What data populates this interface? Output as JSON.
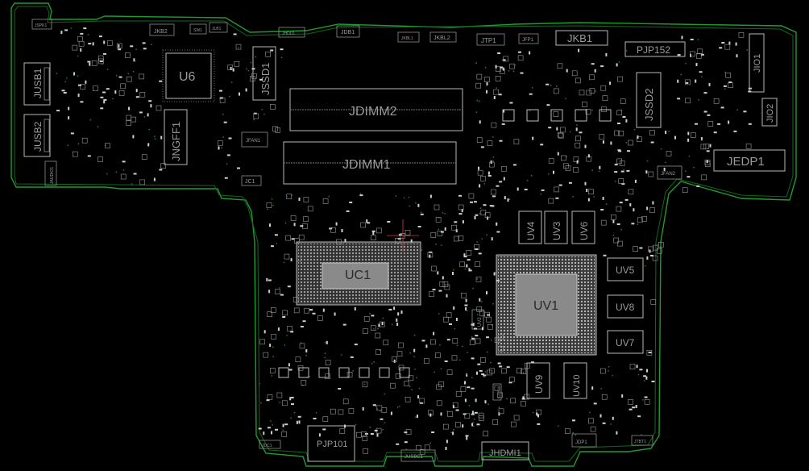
{
  "board": {
    "outline_color": "#1f9a2c",
    "silkscreen_color": "#b8b8b8",
    "background": "#000000",
    "components": {
      "u6": "U6",
      "jusb1": "JUSB1",
      "jusb2": "JUSB2",
      "jssd1": "JSSD1",
      "jngff1": "JNGFF1",
      "jdimm2": "JDIMM2",
      "jdimm1": "JDIMM1",
      "jkb1": "JKB1",
      "pjp152": "PJP152",
      "jio1": "JIO1",
      "jio2": "JIO2",
      "jssd2": "JSSD2",
      "jedp1": "JEDP1",
      "uc1": "UC1",
      "uv1": "UV1",
      "uv4": "UV4",
      "uv3": "UV3",
      "uv6": "UV6",
      "uv5": "UV5",
      "uv8": "UV8",
      "uv7": "UV7",
      "uv9": "UV9",
      "uv10": "UV10",
      "pjp101": "PJP101",
      "jhdmi1": "JHDMI1",
      "jkb2": "JKB2",
      "jhdd1": "JHDD1",
      "jdb1": "JDB1",
      "jkbl1": "JKBL1",
      "jkbl2": "JKBL2",
      "jtp1": "JTP1",
      "jfp1": "JFP1",
      "jfan1": "JFAN1",
      "jfan2": "JFAN2",
      "jc1": "JC1",
      "jspk1": "JSPK1",
      "sw1": "SW1",
      "jlb1": "JLB1",
      "jdc1": "JDC1",
      "jrj45": "JDP1",
      "jtbt1": "JTBT1",
      "jaudio1": "JAUDIO1",
      "jlan1": "JUSBC1",
      "uv2": "UV2",
      "jcard": "JCARD1"
    }
  }
}
